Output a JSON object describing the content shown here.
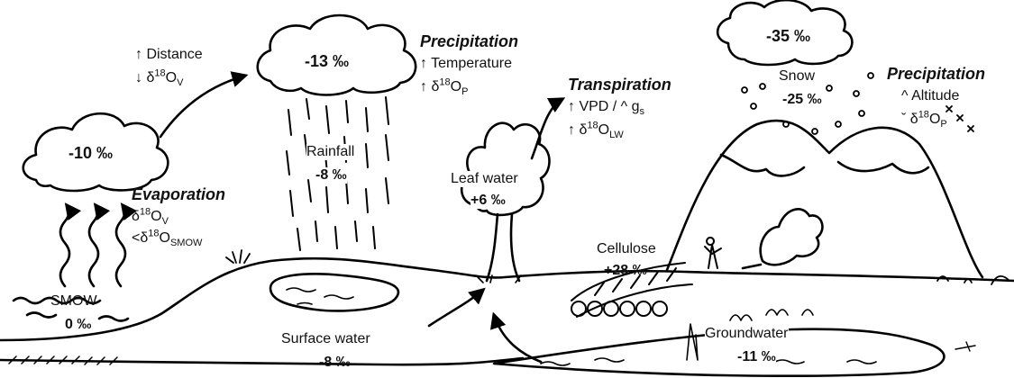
{
  "ocean": {
    "label": "SMOW",
    "value": "0 ‰"
  },
  "evaporation": {
    "title": "Evaporation",
    "line1": "δ18OV",
    "line2": "<δ18OSMOW",
    "line1_parts": [
      "δ",
      "18",
      "O",
      "V"
    ],
    "line2_parts": [
      "<δ",
      "18",
      "O",
      "SMOW"
    ]
  },
  "cloud_ocean": {
    "value": "-10 ‰"
  },
  "transport": {
    "line1": "↑ Distance",
    "line2": "↓ δ18OV",
    "line2_parts": [
      "↓ δ",
      "18",
      "O",
      "V"
    ]
  },
  "cloud_rain": {
    "value": "-13 ‰"
  },
  "precipitation_low": {
    "title": "Precipitation",
    "line1": "↑ Temperature",
    "line2": "↑ δ18OP",
    "line2_parts": [
      "↑ δ",
      "18",
      "O",
      "P"
    ]
  },
  "rainfall": {
    "label": "Rainfall",
    "value": "-8 ‰"
  },
  "surface_water": {
    "label": "Surface water",
    "value": "-8 ‰"
  },
  "transpiration": {
    "title": "Transpiration",
    "line1": "↑ VPD / ^ gs",
    "line1_parts": [
      "↑ VPD / ^ g",
      "s"
    ],
    "line2": "↑ δ18OLW",
    "line2_parts": [
      "↑ δ",
      "18",
      "O",
      "LW"
    ]
  },
  "leaf_water": {
    "label": "Leaf water",
    "value": "+6 ‰"
  },
  "cellulose": {
    "label": "Cellulose",
    "value": "+28 ‰"
  },
  "groundwater": {
    "label": "Groundwater",
    "value": "-11 ‰"
  },
  "cloud_mountain": {
    "value": "-35 ‰"
  },
  "snow": {
    "label": "Snow",
    "value": "-25 ‰"
  },
  "precipitation_high": {
    "title": "Precipitation",
    "line1": "^ Altitude",
    "line2": "ˇ δ18OP",
    "line2_parts": [
      "ˇ δ",
      "18",
      "O",
      "P"
    ]
  }
}
